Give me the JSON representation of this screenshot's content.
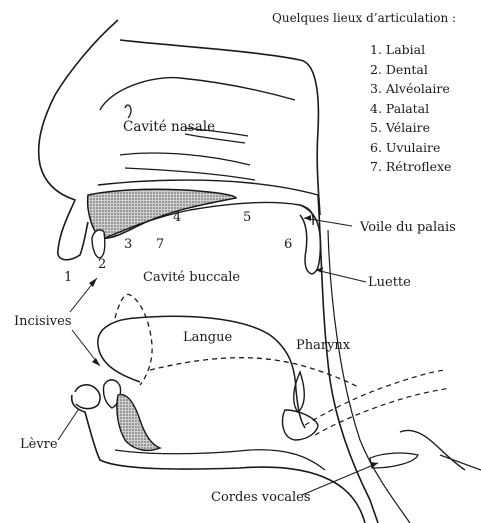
{
  "legend": {
    "title": "Quelques lieux d’articulation :",
    "items": [
      "1. Labial",
      "2. Dental",
      "3. Alvéolaire",
      "4. Palatal",
      "5. Vélaire",
      "6. Uvulaire",
      "7. Rétroflexe"
    ]
  },
  "labels": {
    "nasal_cavity": "Cavité nasale",
    "oral_cavity": "Cavité buccale",
    "tongue": "Langue",
    "pharynx": "Pharynx",
    "soft_palate": "Voile du palais",
    "uvula": "Luette",
    "incisors": "Incisives",
    "lip": "Lèvre",
    "vocal_cords": "Cordes vocales"
  },
  "place_numbers": [
    "1",
    "2",
    "3",
    "4",
    "5",
    "6",
    "7"
  ],
  "colors": {
    "ink": "#1a1a1a",
    "bone_fill": "#9a9a9a"
  }
}
